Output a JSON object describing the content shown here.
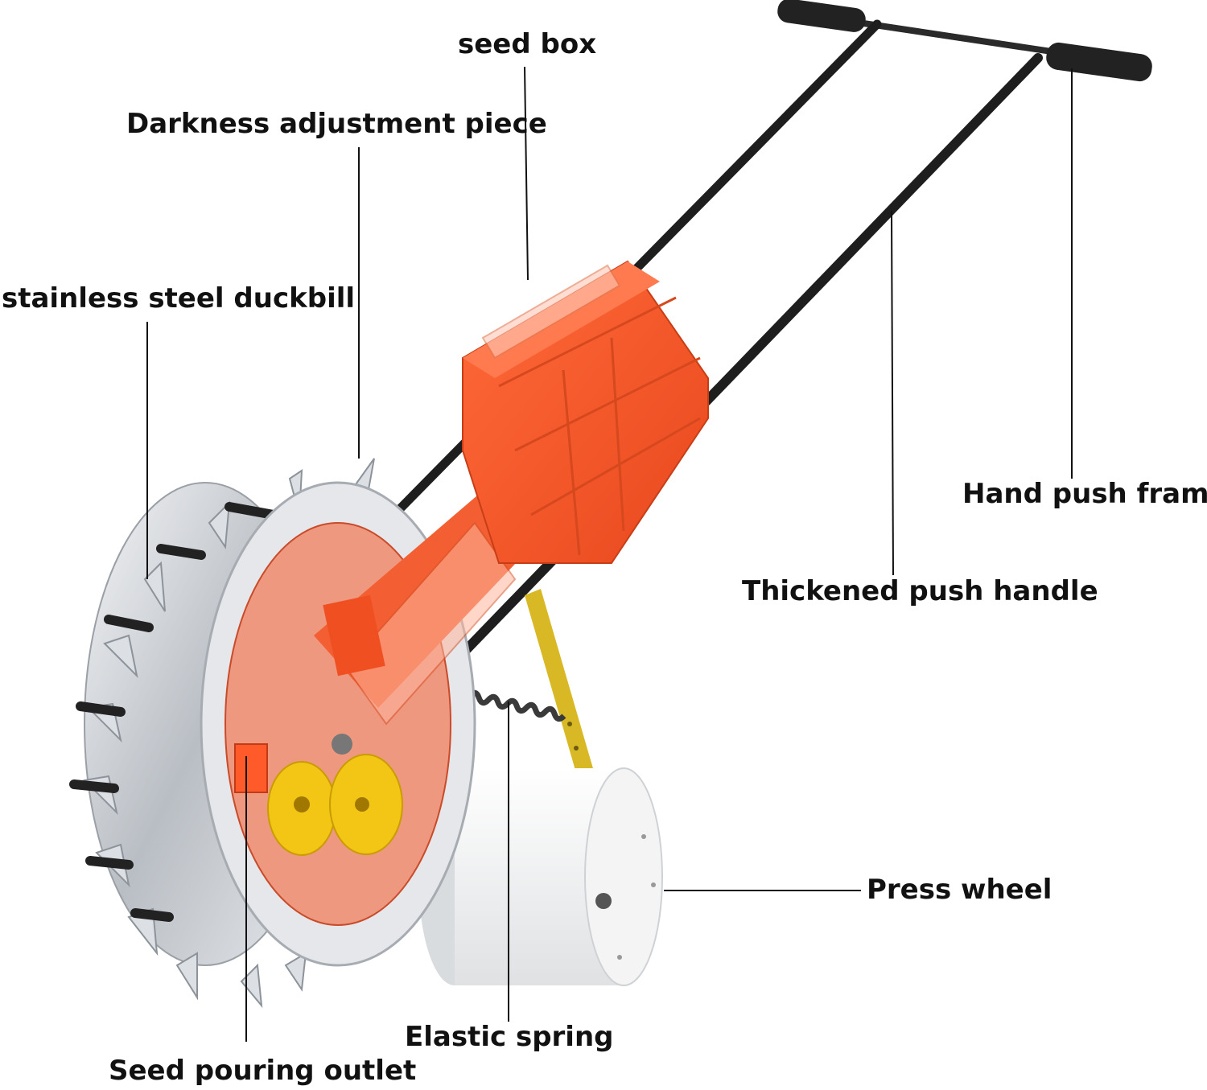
{
  "labels": {
    "seed_box": "seed box",
    "darkness_adjustment": "Darkness adjustment piece",
    "duckbill": "stainless steel duckbill",
    "hand_push_frame": "Hand push frame",
    "push_handle": "Thickened push handle",
    "press_wheel": "Press wheel",
    "elastic_spring": "Elastic spring",
    "seed_outlet": "Seed pouring outlet"
  },
  "colors": {
    "seed_box": "#f5582a",
    "frame": "#222222",
    "wheel_metal": "#c9cdd2",
    "press_wheel": "#f2f2f2",
    "bracket": "#d8b925",
    "gear": "#f3c515"
  }
}
